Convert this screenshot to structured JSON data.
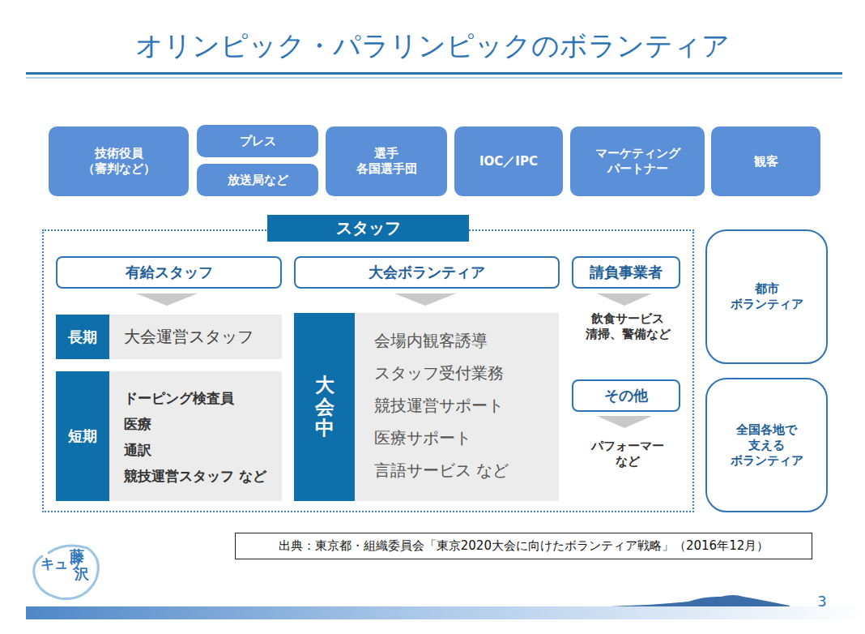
{
  "diagram": {
    "title": "オリンピック・パラリンピックのボランティア",
    "nodes": [
      {
        "text": [
          "技術役員 （審判など）"
        ]
      },
      {
        "text": [
          "プレス"
        ]
      },
      {
        "text": [
          "放送局など"
        ]
      },
      {
        "text": [
          "選手 各国選手団"
        ]
      },
      {
        "text": [
          "IOC／IPC"
        ]
      },
      {
        "text": [
          "マーケティング パートナー"
        ]
      },
      {
        "text": [
          "観客"
        ]
      },
      {
        "text": [
          "スタッフ"
        ]
      },
      {
        "text": [
          "有給スタッフ"
        ],
        "in": 7
      },
      {
        "text": [
          "大会ボランティア"
        ],
        "in": 7
      },
      {
        "text": [
          "請負事業者"
        ],
        "in": 7
      },
      {
        "text": [
          "長期"
        ],
        "in": 7
      },
      {
        "text": [
          "大会運営スタッフ"
        ],
        "in": 7
      },
      {
        "text": [
          "短期"
        ],
        "in": 7
      },
      {
        "text": [
          "ドーピング検査員",
          "医療",
          "通訳",
          "競技運営スタッフ など"
        ],
        "in": 7
      },
      {
        "text": [
          "大会中"
        ],
        "in": 7
      },
      {
        "text": [
          "会場内観客誘導",
          "スタッフ受付業務",
          "競技運営サポート",
          "医療サポート",
          "言語サービス など"
        ],
        "in": 7
      },
      {
        "text": [
          "その他"
        ],
        "in": 7
      },
      {
        "text": [
          "都市 ボランティア"
        ]
      },
      {
        "text": [
          "全国各地で 支える ボランティア"
        ]
      },
      {
        "text": [
          "出典：東京都・組織委員会「東京2020大会に向けたボランティア戦略」（2016年12月）"
        ]
      }
    ],
    "labels": [
      "飲食サービス 清掃、警備など",
      "パフォーマー など",
      "キュッ",
      "藤",
      "沢",
      "3"
    ]
  }
}
